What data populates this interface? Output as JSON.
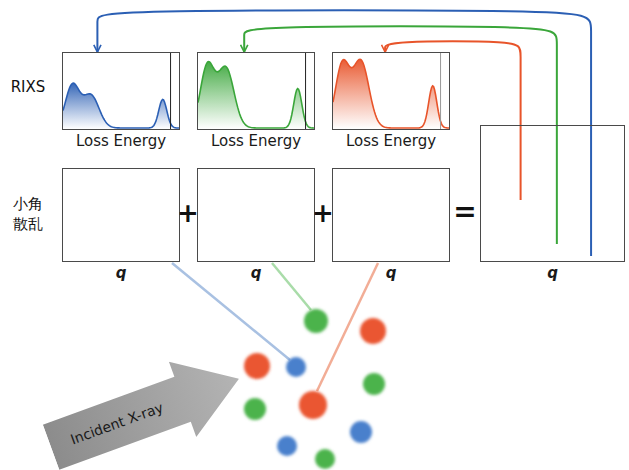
{
  "diagram": {
    "nodes": [
      {
        "text": [
          "Loss Energy"
        ]
      },
      {
        "text": [
          "Loss Energy"
        ]
      },
      {
        "text": [
          "Loss Energy"
        ]
      },
      {
        "text": [
          "q"
        ]
      },
      {
        "text": [
          "q"
        ]
      },
      {
        "text": [
          "q"
        ]
      },
      {
        "text": [
          "q"
        ]
      },
      {
        "text": [
          "Incident X-ray"
        ]
      }
    ],
    "edges": [
      {
        "from": 6,
        "to": 0,
        "arrow": "to"
      },
      {
        "from": 6,
        "to": 1,
        "arrow": "to"
      },
      {
        "from": 6,
        "to": 2,
        "arrow": "to"
      }
    ],
    "labels": [
      "RIXS",
      "小角 散乱",
      "+",
      "+",
      "="
    ]
  }
}
